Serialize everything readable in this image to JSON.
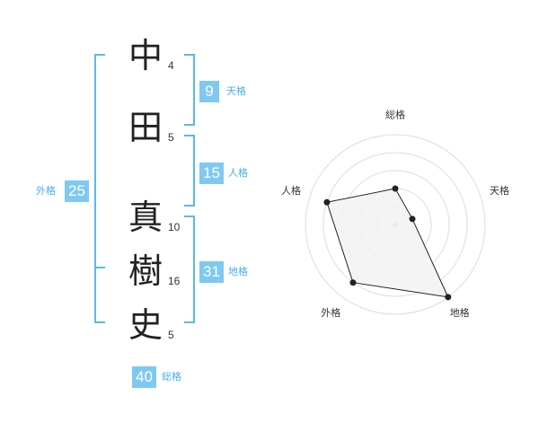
{
  "name": {
    "characters": [
      {
        "char": "中",
        "strokes": "4"
      },
      {
        "char": "田",
        "strokes": "5"
      },
      {
        "char": "真",
        "strokes": "10"
      },
      {
        "char": "樹",
        "strokes": "16"
      },
      {
        "char": "史",
        "strokes": "5"
      }
    ]
  },
  "fortunes": {
    "tenkaku": {
      "label": "天格",
      "value": "9"
    },
    "jinkaku": {
      "label": "人格",
      "value": "15"
    },
    "chikaku": {
      "label": "地格",
      "value": "31"
    },
    "gaikaku": {
      "label": "外格",
      "value": "25"
    },
    "soukaku": {
      "label": "総格",
      "value": "40"
    }
  },
  "chart_data": {
    "type": "radar",
    "axes": [
      "総格",
      "天格",
      "地格",
      "外格",
      "人格"
    ],
    "values": [
      2,
      1,
      5,
      4,
      4
    ],
    "max": 5,
    "grid": true,
    "colors": {
      "fill": "#f2f2f2",
      "line": "#222222",
      "grid": "#dddddd",
      "center": "#bbbbbb"
    }
  },
  "colors": {
    "accent": "#7fc8f2",
    "bracket": "#5bb8ec",
    "label": "#49aee6"
  }
}
